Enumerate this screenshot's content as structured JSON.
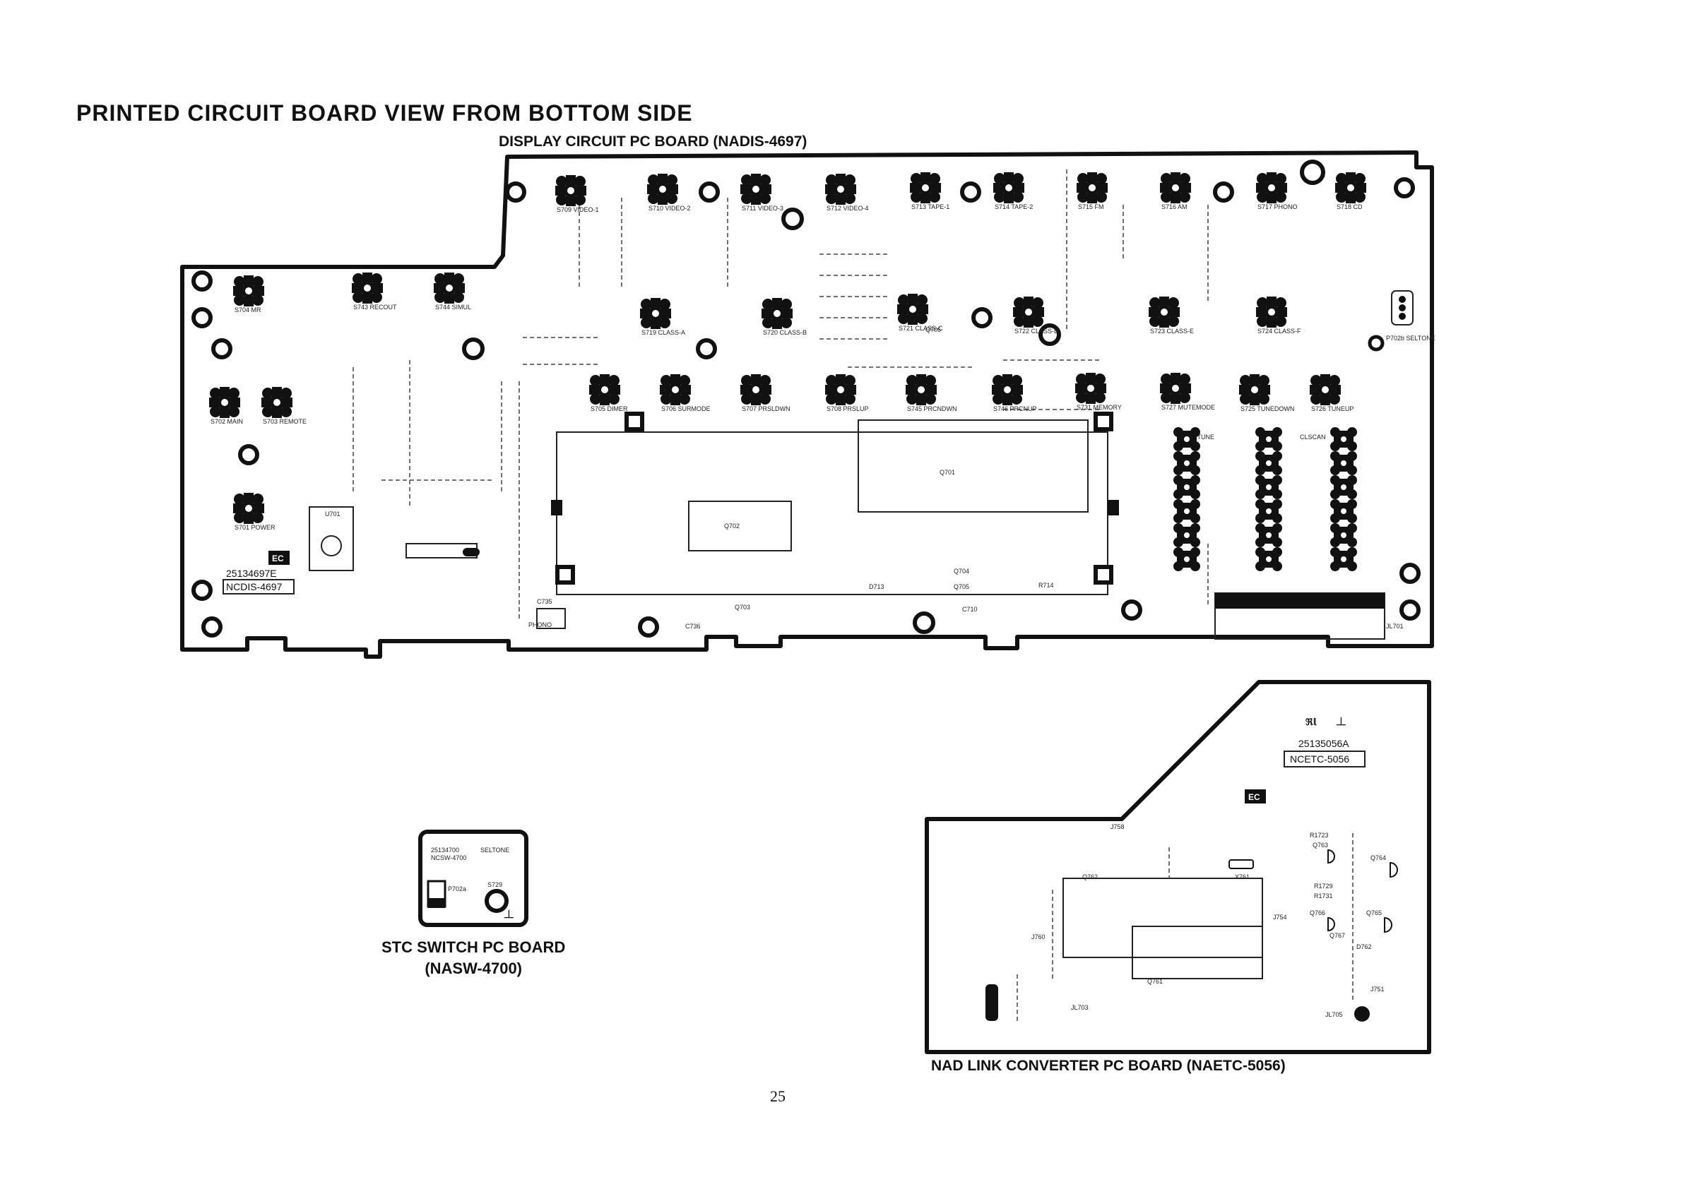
{
  "page": {
    "title": "PRINTED CIRCUIT BOARD VIEW FROM BOTTOM SIDE",
    "page_number": "25"
  },
  "display_board": {
    "title": "DISPLAY CIRCUIT PC BOARD (NADIS-4697)",
    "part_number": "25134697E",
    "board_code": "NCDIS-4697",
    "ic_labels": [
      "U701",
      "Q701",
      "Q702",
      "Q703",
      "Q704",
      "Q705",
      "Q706"
    ],
    "connector": "JL701",
    "switches": [
      "S709 VIDEO-1",
      "S710 VIDEO-2",
      "S711 VIDEO-3",
      "S712 VIDEO-4",
      "S713 TAPE-1",
      "S714 TAPE-2",
      "S715 FM",
      "S716 AM",
      "S717 PHONO",
      "S718 CD",
      "S704 MR",
      "S743 RECOUT",
      "S744 SIMUL",
      "S719 CLASS-A",
      "S720 CLASS-B",
      "S721 CLASS-C",
      "S722 CLASS-D",
      "S723 CLASS-E",
      "S724 CLASS-F",
      "S702 MAIN",
      "S703 REMOTE",
      "S705 DIMER",
      "S706 SURMODE",
      "S707 PRSLDWN",
      "S708 PRSLUP",
      "S745 PRCNDWN",
      "S746 PRCNUP",
      "S731 MEMORY",
      "S727 MUTEMODE",
      "S725 TUNEDOWN",
      "S726 TUNEUP",
      "S701 POWER",
      "P702b SELTONE"
    ],
    "side_labels": [
      "DTUNE",
      "CLSCAN",
      "PHONO",
      "C735",
      "C736",
      "C710",
      "D713",
      "R714"
    ]
  },
  "stc_board": {
    "title_line1": "STC SWITCH PC BOARD",
    "title_line2": "(NASW-4700)",
    "part_number": "25134700",
    "board_code": "NCSW-4700",
    "switch_label": "SELTONE",
    "switch_ref": "S729",
    "connector": "P702a"
  },
  "nad_board": {
    "title": "NAD LINK CONVERTER PC BOARD (NAETC-5056)",
    "part_number": "25135056A",
    "board_code": "NCETC-5056",
    "ic_labels": [
      "Q762",
      "Q761",
      "X761"
    ],
    "connectors": [
      "JL703",
      "JL705"
    ],
    "side_labels": [
      "R1723",
      "R1729",
      "R1731",
      "Q763",
      "Q764",
      "Q765",
      "Q766",
      "Q767",
      "D762",
      "J754",
      "J758",
      "J760",
      "J751"
    ]
  },
  "colors": {
    "ink": "#111111",
    "paper": "#ffffff"
  }
}
